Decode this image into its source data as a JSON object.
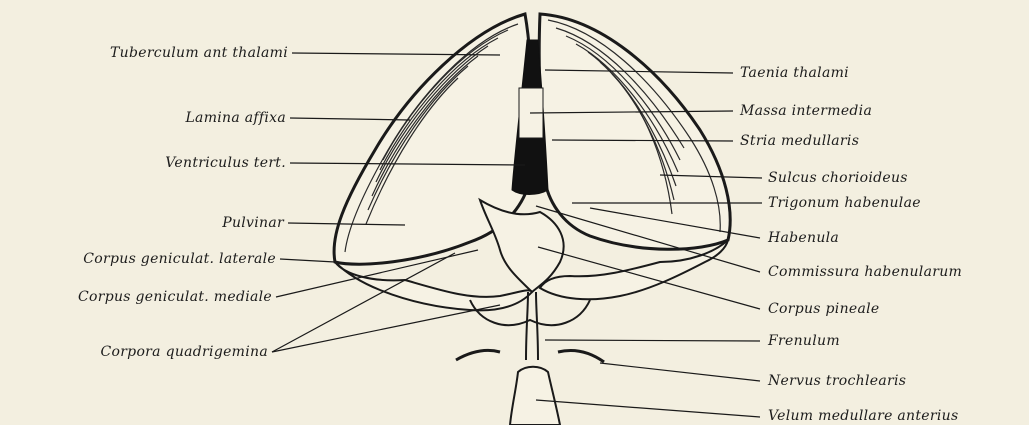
{
  "labels_left": [
    "Tuberculum ant thalami",
    "Lamina affixa",
    "Ventriculus tert.",
    "Pulvinar",
    "Corpus geniculat. laterale",
    "Corpus geniculat. mediale",
    "Corpora quadrigemina"
  ],
  "labels_right": [
    "Taenia thalami",
    "Massa intermedia",
    "Stria medullaris",
    "Sulcus chorioideus",
    "Trigonum habenulae",
    "Habenula",
    "Commissura habenularum",
    "Corpus pineale",
    "Frenulum",
    "Nervus trochlearis",
    "Velum medullare anterius"
  ]
}
